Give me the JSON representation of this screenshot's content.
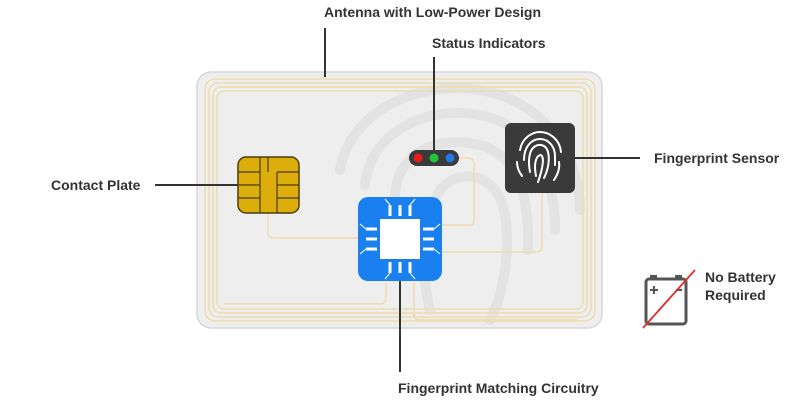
{
  "labels": {
    "antenna": "Antenna with Low-Power Design",
    "status": "Status Indicators",
    "contact": "Contact Plate",
    "sensor": "Fingerprint Sensor",
    "circuitry": "Fingerprint Matching Circuitry",
    "battery_line1": "No Battery",
    "battery_line2": "Required"
  },
  "colors": {
    "card": "#eeeeee",
    "card_border": "#d6d6d6",
    "trace": "#ecdcae",
    "chip_gold": "#dcae0c",
    "chip_blue": "#1a80f0",
    "sensor_bg": "#3a3a3a",
    "leader": "#333333",
    "led_red": "#e81c1c",
    "led_green": "#22c43a",
    "led_blue": "#1f78e6",
    "strike": "#e0302a"
  }
}
